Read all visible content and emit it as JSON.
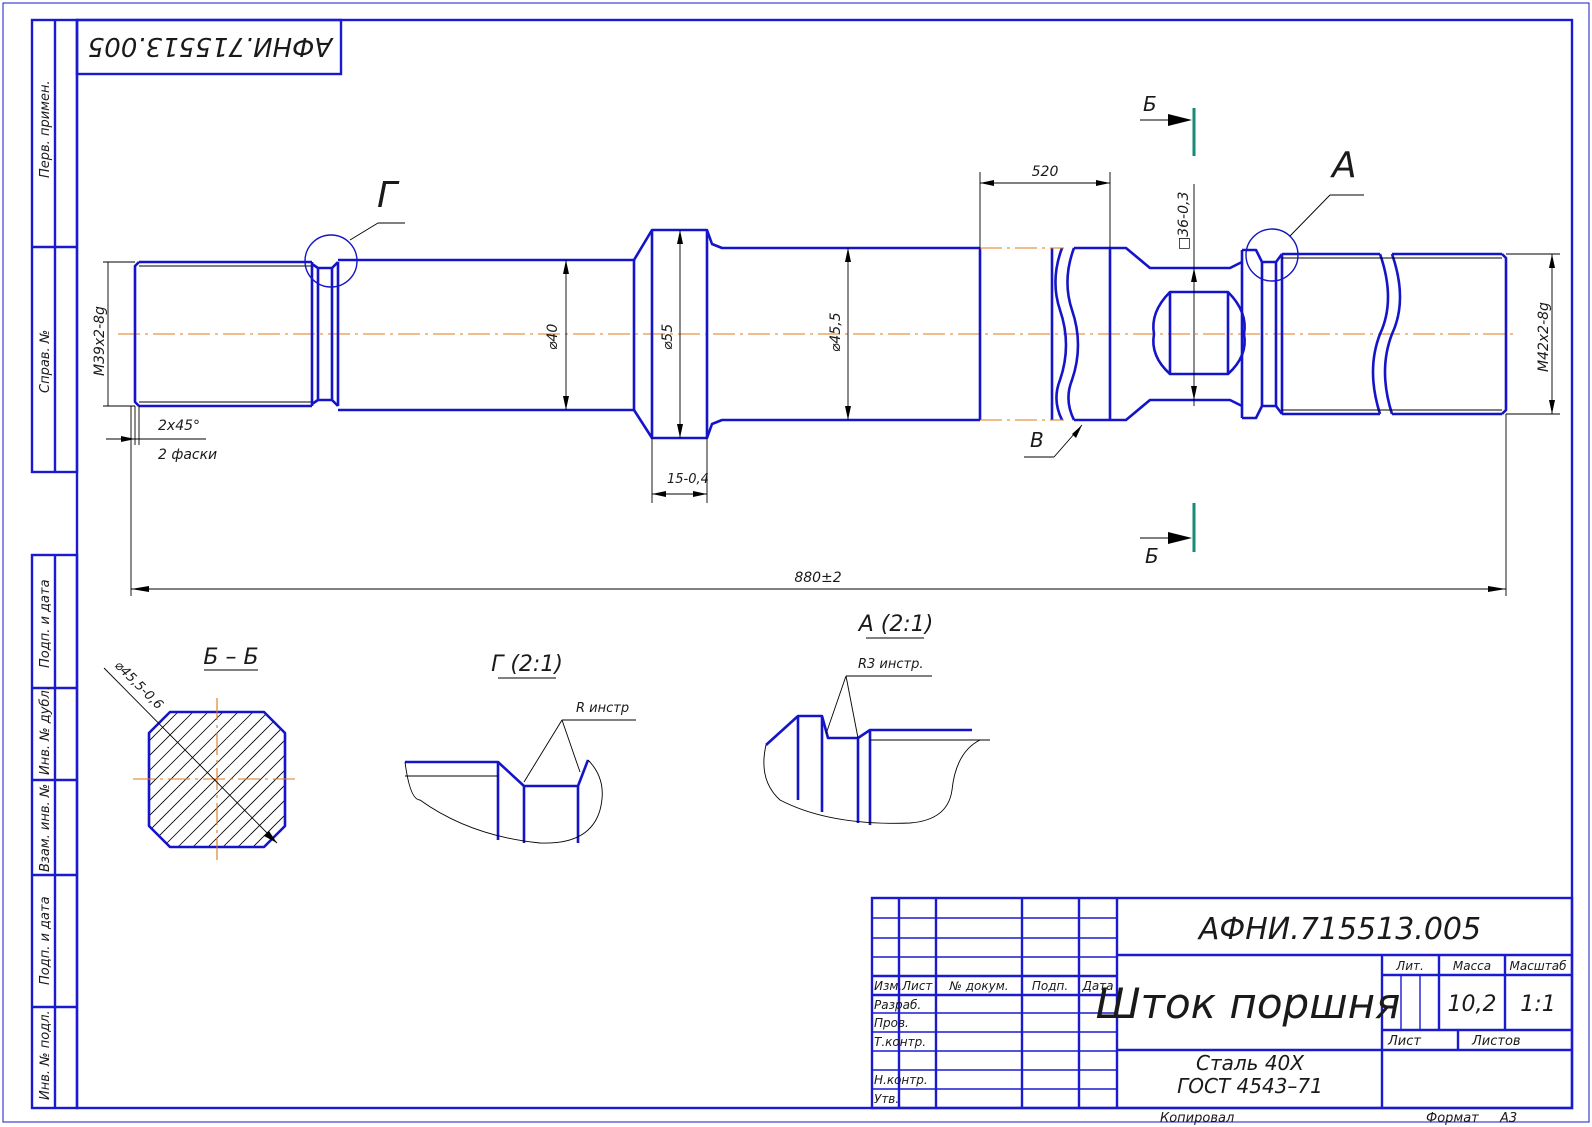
{
  "document": {
    "code": "АФНИ.715513.005",
    "code_mirrored": "АФНИ.715513.005"
  },
  "side_strip": {
    "perv_primen": "Перв. примен.",
    "sprav_no": "Справ. №",
    "podp_data_1": "Подп. и дата",
    "inv_dubl": "Инв. № дубл.",
    "vzam_inv": "Взам. инв. №",
    "podp_data_2": "Подп. и дата",
    "inv_podl": "Инв. № подл."
  },
  "drawing": {
    "view_g": "Г",
    "view_a": "А",
    "section_b": "Б",
    "label_v": "В",
    "dim_520": "520",
    "dim_sq36": "□36-0,3",
    "dim_m39": "М39х2-8g",
    "dim_m42": "М42х2-8g",
    "dim_d40": "⌀40",
    "dim_d55": "⌀55",
    "dim_d455": "⌀45,5",
    "dim_chamfer": "2х45°",
    "dim_chamfer_note": "2 фаски",
    "dim_15": "15-0,4",
    "dim_880": "880±2",
    "title_bb": "Б – Б",
    "dim_bb_diag": "⌀45,5-0,6",
    "title_g21": "Г (2:1)",
    "note_g": "R инстр",
    "title_a21": "А (2:1)",
    "note_a": "R3 инстр."
  },
  "title_block": {
    "designation": "АФНИ.715513.005",
    "name": "Шток поршня",
    "material_1": "Сталь 40Х",
    "material_2": "ГОСТ 4543–71",
    "col_izm": "Изм.",
    "col_list": "Лист",
    "col_doc": "№ докум.",
    "col_podp": "Подп.",
    "col_data": "Дата",
    "razrab": "Разраб.",
    "prov": "Пров.",
    "tkontr": "Т.контр.",
    "nkontr": "Н.контр.",
    "utv": "Утв.",
    "lit": "Лит.",
    "massa": "Масса",
    "masshtab": "Масштаб",
    "massa_value": "10,2",
    "masshtab_value": "1:1",
    "list": "Лист",
    "listov": "Листов"
  },
  "footer": {
    "kopiroval": "Копировал",
    "format": "Формат",
    "format_value": "А3"
  }
}
